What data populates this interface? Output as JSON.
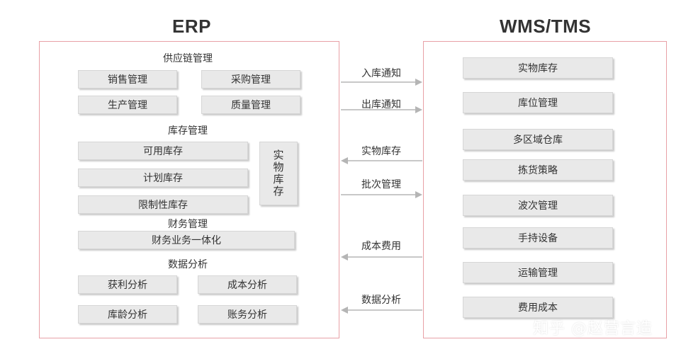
{
  "erp": {
    "title": "ERP",
    "supply_chain": {
      "heading": "供应链管理",
      "items": [
        "销售管理",
        "采购管理",
        "生产管理",
        "质量管理"
      ]
    },
    "inventory": {
      "heading": "库存管理",
      "items": [
        "可用库存",
        "计划库存",
        "限制性库存"
      ],
      "physical": "实物库存"
    },
    "finance": {
      "heading": "财务管理",
      "items": [
        "财务业务一体化"
      ]
    },
    "analytics": {
      "heading": "数据分析",
      "items": [
        "获利分析",
        "成本分析",
        "库龄分析",
        "账务分析"
      ]
    }
  },
  "wms": {
    "title": "WMS/TMS",
    "items": [
      "实物库存",
      "库位管理",
      "多区域仓库",
      "拣货策略",
      "波次管理",
      "手持设备",
      "运输管理",
      "费用成本"
    ]
  },
  "flows": [
    {
      "label": "入库通知",
      "direction": "to-wms"
    },
    {
      "label": "出库通知",
      "direction": "to-wms"
    },
    {
      "label": "实物库存",
      "direction": "to-erp"
    },
    {
      "label": "批次管理",
      "direction": "to-wms"
    },
    {
      "label": "成本费用",
      "direction": "to-erp"
    },
    {
      "label": "数据分析",
      "direction": "to-erp"
    }
  ],
  "watermark": "知乎 @赵营言造",
  "colors": {
    "panel_border": "#e8a0a6",
    "box_fill": "#e9e9e9",
    "arrow": "#b5b5b5",
    "text": "#333333"
  }
}
